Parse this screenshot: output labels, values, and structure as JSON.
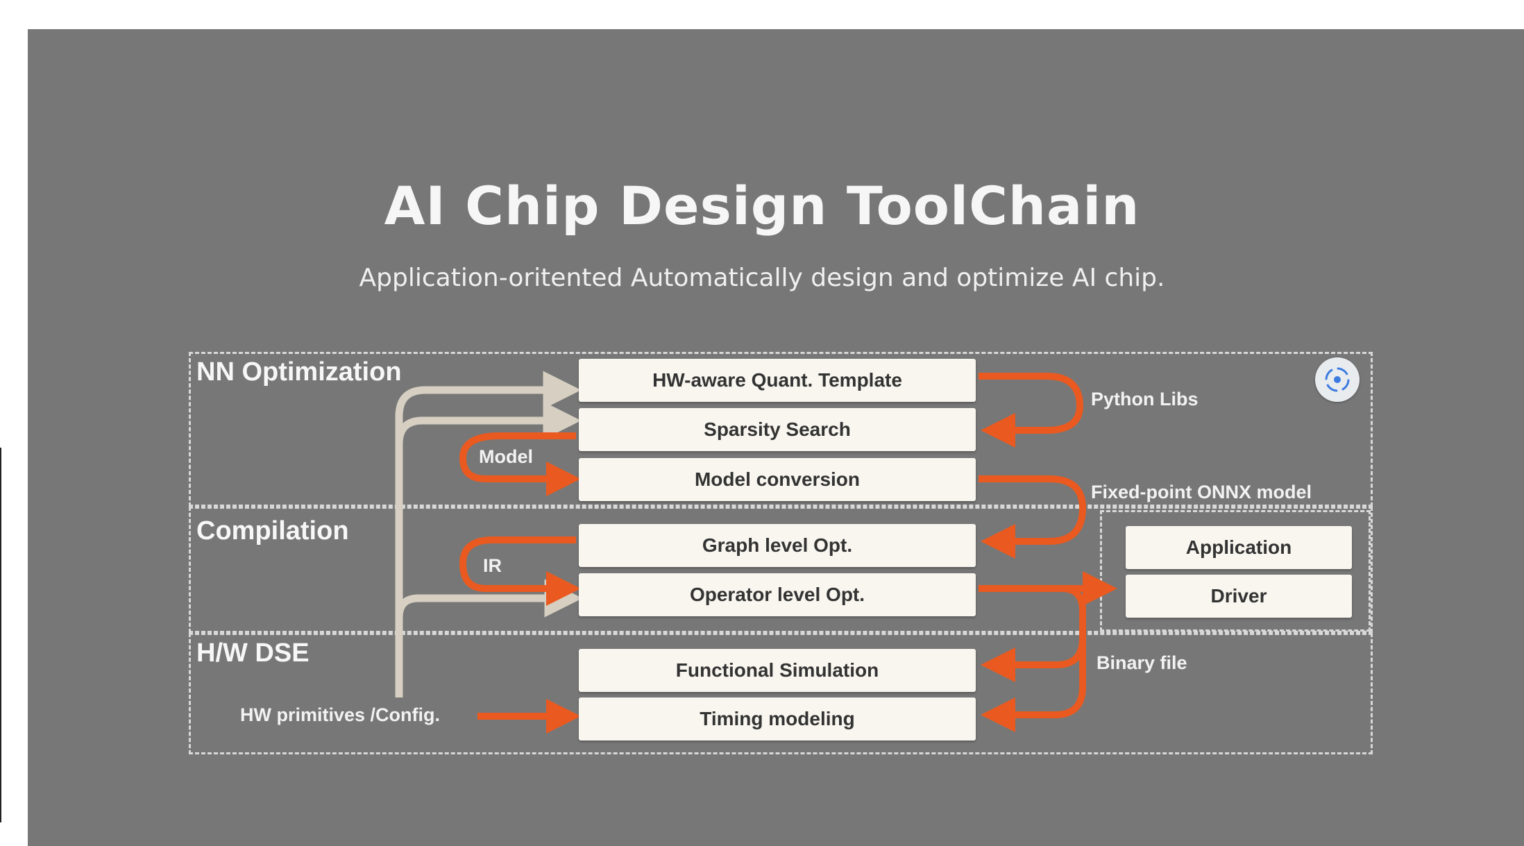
{
  "slide": {
    "title": "AI Chip Design ToolChain",
    "subtitle": "Application-oritented Automatically design and optimize AI chip."
  },
  "sections": {
    "nn_optimization": "NN Optimization",
    "compilation": "Compilation",
    "hw_dse": "H/W DSE"
  },
  "blocks": {
    "hw_quant": "HW-aware Quant. Template",
    "sparsity": "Sparsity Search",
    "model_conversion": "Model conversion",
    "graph_opt": "Graph level Opt.",
    "operator_opt": "Operator level Opt.",
    "functional_sim": "Functional Simulation",
    "timing_modeling": "Timing modeling",
    "application": "Application",
    "driver": "Driver"
  },
  "notes": {
    "python_libs": "Python Libs",
    "fixed_point": "Fixed-point ONNX model",
    "binary_file": "Binary file",
    "model": "Model",
    "ir": "IR",
    "hw_primitives": "HW primitives /Config."
  },
  "colors": {
    "background": "#777777",
    "arrow_orange": "#ea5a20",
    "arrow_beige": "#d6cfc2",
    "box_fill": "#f8f6ef"
  },
  "icons": {
    "fullscreen": "fullscreen-icon"
  }
}
